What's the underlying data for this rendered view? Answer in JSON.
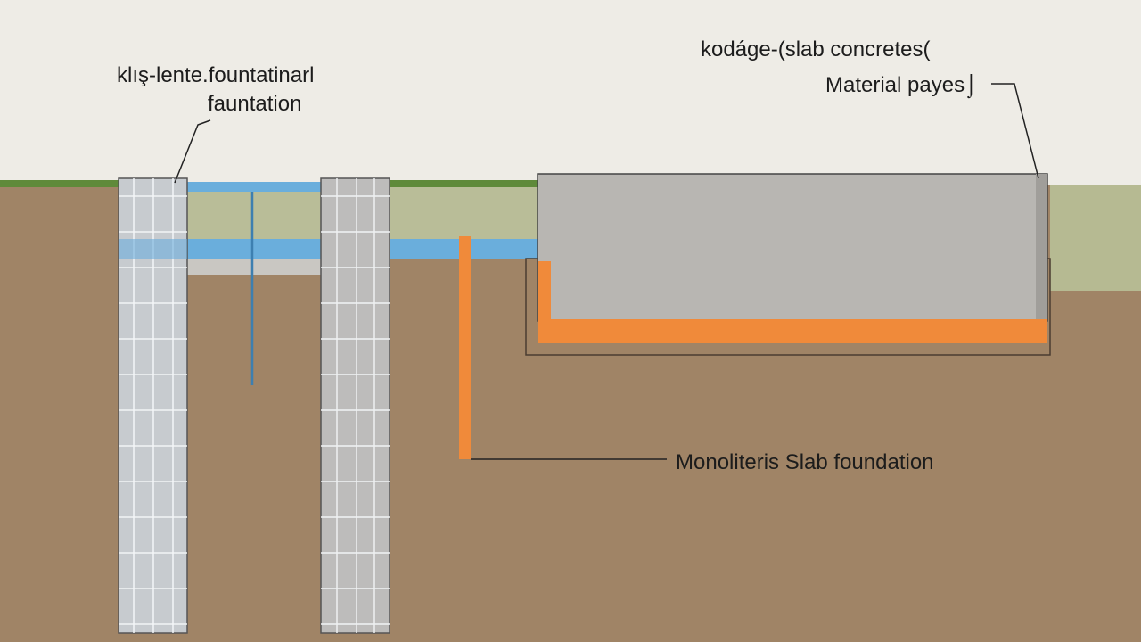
{
  "labels": {
    "pile_title": "klış-lente.fountatinarl",
    "pile_subtitle": "fauntation",
    "slab_title": "kodáge-(slab concretes(",
    "slab_subtitle": "Material payes⌡",
    "monolithic": "Monoliteris Slab foundation"
  },
  "colors": {
    "sky": "#eeece6",
    "soil": "#a08466",
    "grass": "#5f8a3a",
    "topsoil": "#b9bd98",
    "water": "#6aaedc",
    "concrete": "#b8b6b2",
    "pile": "#c9ccd0",
    "orange": "#f08a3a"
  }
}
